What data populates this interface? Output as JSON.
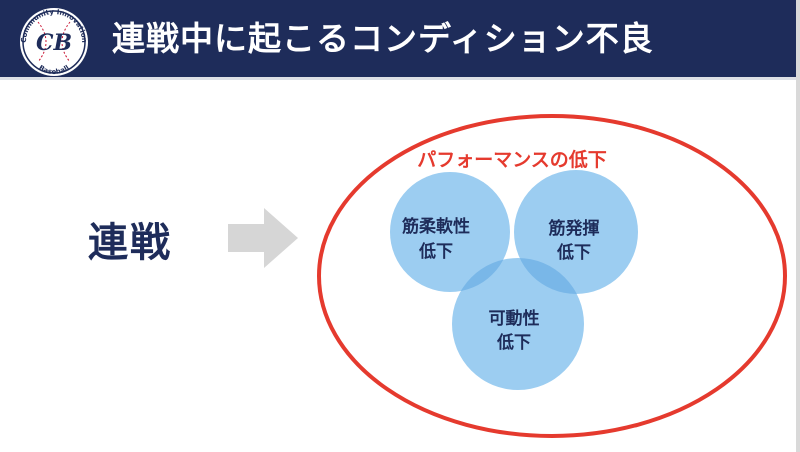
{
  "header": {
    "title": "連戦中に起こるコンディション不良",
    "logo": {
      "text_top": "Community Innovation",
      "text_bottom": "Baseball",
      "monogram": "CB"
    }
  },
  "left": {
    "label": "連戦"
  },
  "diagram": {
    "heading": "パフォーマンスの低下",
    "circle_left": {
      "line1": "筋柔軟性",
      "line2": "低下"
    },
    "circle_right": {
      "line1": "筋発揮",
      "line2": "低下"
    },
    "circle_bottom": {
      "line1": "可動性",
      "line2": "低下"
    }
  },
  "colors": {
    "navy": "#1e2c5a",
    "red": "#e53a2e",
    "bubble": "#9ccdf1",
    "overlap": "#79b7e8",
    "arrow": "#d6d6d6"
  },
  "icons": [
    "logo-badge",
    "right-arrow"
  ]
}
